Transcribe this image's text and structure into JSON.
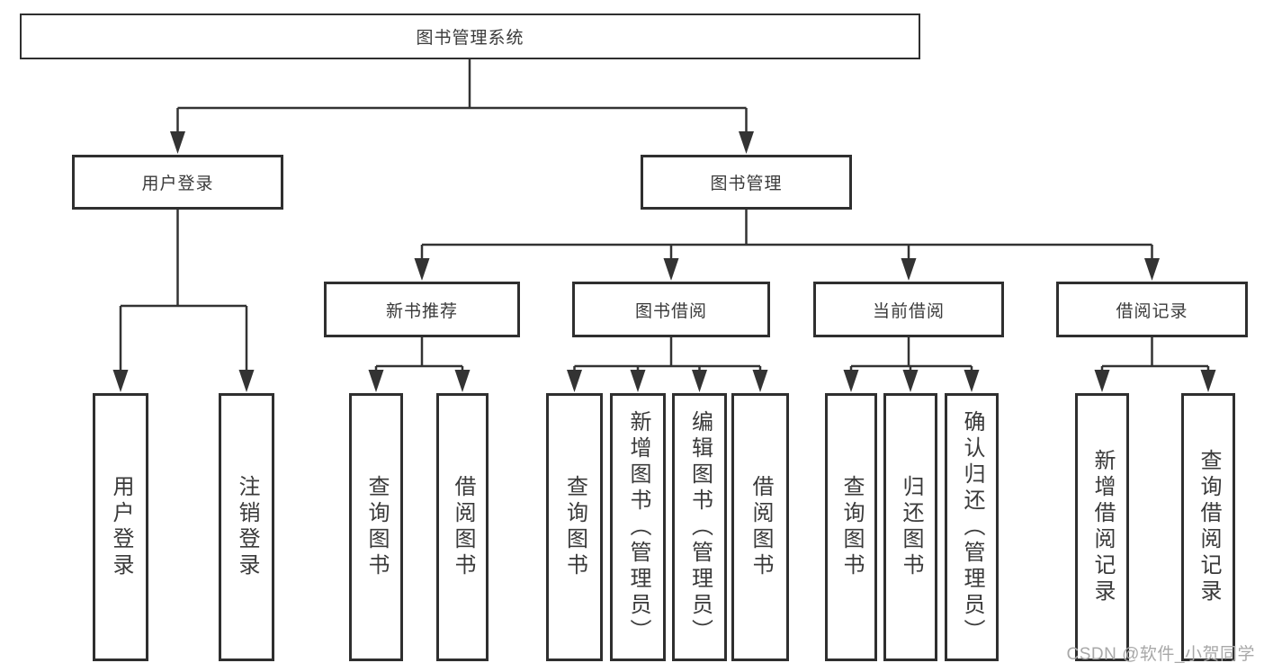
{
  "tree": {
    "root": {
      "label": "图书管理系统",
      "children": [
        {
          "label": "用户登录",
          "children": [
            {
              "label": "用户登录"
            },
            {
              "label": "注销登录"
            }
          ]
        },
        {
          "label": "图书管理",
          "children": [
            {
              "label": "新书推荐",
              "children": [
                {
                  "label": "查询图书"
                },
                {
                  "label": "借阅图书"
                }
              ]
            },
            {
              "label": "图书借阅",
              "children": [
                {
                  "label": "查询图书"
                },
                {
                  "label": "新增图书（管理员）"
                },
                {
                  "label": "编辑图书（管理员）"
                },
                {
                  "label": "借阅图书"
                }
              ]
            },
            {
              "label": "当前借阅",
              "children": [
                {
                  "label": "查询图书"
                },
                {
                  "label": "归还图书"
                },
                {
                  "label": "确认归还（管理员）"
                }
              ]
            },
            {
              "label": "借阅记录",
              "children": [
                {
                  "label": "新增借阅记录"
                },
                {
                  "label": "查询借阅记录"
                }
              ]
            }
          ]
        }
      ]
    }
  },
  "watermark": {
    "text": "CSDN @软件_小贺同学"
  },
  "colors": {
    "line": "#333333",
    "box_border": "#2f2f2f",
    "text": "#3a3a3a",
    "watermark": "#a8a8a8",
    "background": "#ffffff"
  }
}
